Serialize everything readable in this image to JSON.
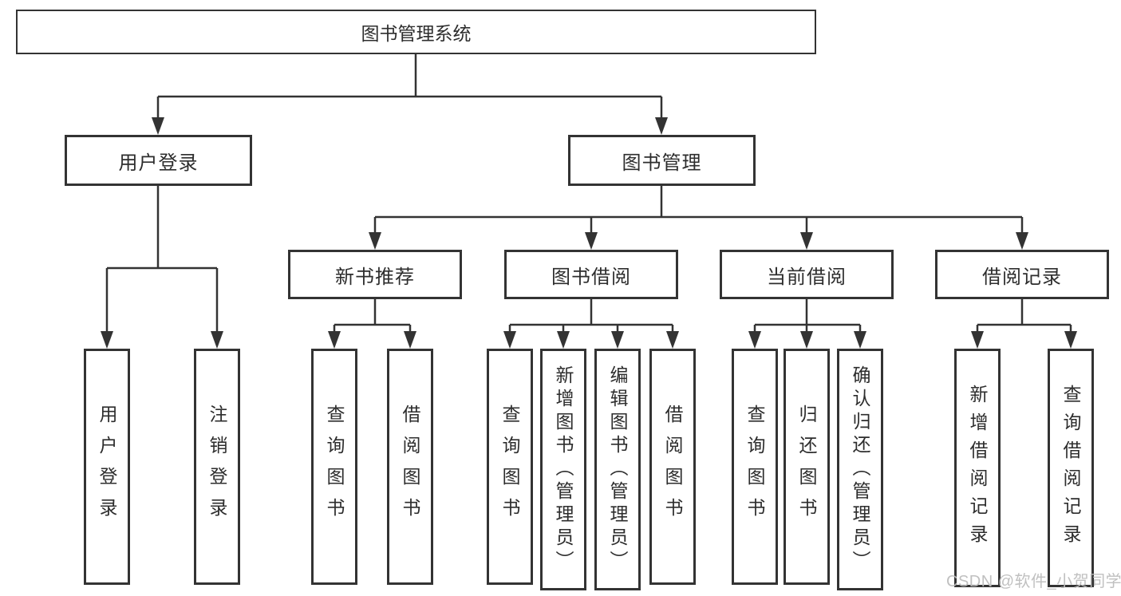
{
  "colors": {
    "line": "#333333",
    "text": "#2d2d2d",
    "background": "#ffffff",
    "watermark": "#bdbdbd"
  },
  "watermark": "CSDN @软件_小贺同学",
  "tree": {
    "root": {
      "label": "图书管理系统"
    },
    "branches": [
      {
        "label": "用户登录",
        "children": [
          {
            "label": "用户登录"
          },
          {
            "label": "注销登录"
          }
        ]
      },
      {
        "label": "图书管理",
        "sections": [
          {
            "label": "新书推荐",
            "children": [
              {
                "label": "查询图书"
              },
              {
                "label": "借阅图书"
              }
            ]
          },
          {
            "label": "图书借阅",
            "children": [
              {
                "label": "查询图书"
              },
              {
                "label": "新增图书（管理员）"
              },
              {
                "label": "编辑图书（管理员）"
              },
              {
                "label": "借阅图书"
              }
            ]
          },
          {
            "label": "当前借阅",
            "children": [
              {
                "label": "查询图书"
              },
              {
                "label": "归还图书"
              },
              {
                "label": "确认归还（管理员）"
              }
            ]
          },
          {
            "label": "借阅记录",
            "children": [
              {
                "label": "新增借阅记录"
              },
              {
                "label": "查询借阅记录"
              }
            ]
          }
        ]
      }
    ]
  }
}
